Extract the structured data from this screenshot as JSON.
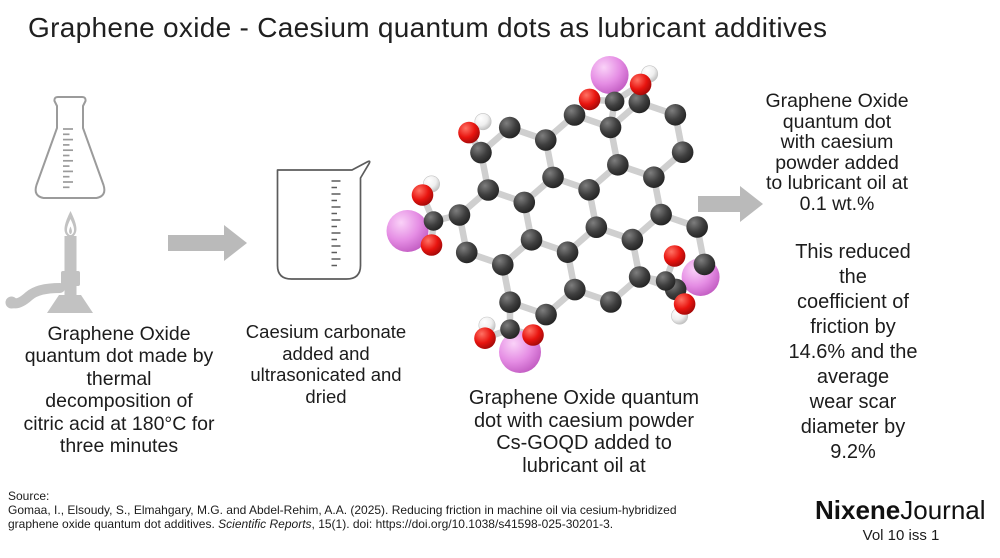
{
  "title": "Graphene oxide - Caesium quantum dots as lubricant additives",
  "flow": {
    "step1_caption": "Graphene Oxide\nquantum dot made by\nthermal\ndecomposition of\ncitric acid at 180°C for\nthree minutes",
    "step2_caption": "Caesium carbonate\nadded and\nultrasonicated  and\ndried",
    "molecule_caption": "Graphene Oxide quantum\ndot with caesium powder\nCs-GOQD added to\nlubricant oil at",
    "step4_caption": "Graphene Oxide quantum dot\nwith caesium powder added\nto lubricant oil at 0.1 wt.%",
    "result_caption": "This reduced the\ncoefficient of friction by\n14.6% and the average\nwear scar diameter by\n9.2%"
  },
  "source": {
    "label": "Source:",
    "citation_pre": "Gomaa, I., Elsoudy, S., Elmahgary, M.G. and Abdel-Rehim, A.A. (2025). Reducing friction in machine oil via cesium-hybridized\ngraphene oxide quantum dot additives. ",
    "citation_italic": "Scientific Reports",
    "citation_post": ", 15(1). doi: https://doi.org/10.1038/s41598-025-30201-3."
  },
  "journal": {
    "name_bold": "Nixene",
    "name_regular": "Journal",
    "issue": "Vol 10  iss 1"
  },
  "colors": {
    "background": "#ffffff",
    "text": "#1c1c1c",
    "arrow": "#bababa",
    "glassware_light": "#9b9b9b",
    "glassware_dark": "#5c5c5c",
    "burner": "#c2c2c2",
    "bond": "#cfcfcf"
  },
  "molecule": {
    "atom_palette": {
      "carbon": {
        "hi": "#7e7e7e",
        "mid": "#3f3f3f",
        "lo": "#1f1f1f"
      },
      "oxygen": {
        "hi": "#ff7264",
        "mid": "#e8140f",
        "lo": "#990707"
      },
      "hydrogen": {
        "hi": "#ffffff",
        "mid": "#efefef",
        "lo": "#b9b9b9"
      },
      "caesium": {
        "hi": "#fad2f8",
        "mid": "#e58de4",
        "lo": "#bf58bf"
      }
    }
  }
}
